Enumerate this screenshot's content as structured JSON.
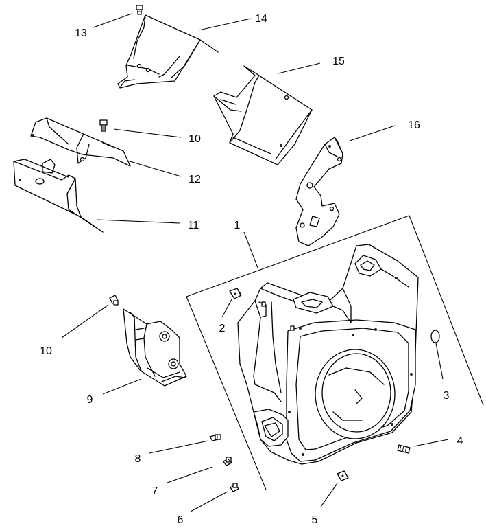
{
  "diagram": {
    "callouts": [
      {
        "id": "c13",
        "label": "13"
      },
      {
        "id": "c14",
        "label": "14"
      },
      {
        "id": "c15",
        "label": "15"
      },
      {
        "id": "c10a",
        "label": "10"
      },
      {
        "id": "c16",
        "label": "16"
      },
      {
        "id": "c12",
        "label": "12"
      },
      {
        "id": "c11",
        "label": "11"
      },
      {
        "id": "c1",
        "label": "1"
      },
      {
        "id": "c2",
        "label": "2"
      },
      {
        "id": "c10b",
        "label": "10"
      },
      {
        "id": "c3",
        "label": "3"
      },
      {
        "id": "c9",
        "label": "9"
      },
      {
        "id": "c4",
        "label": "4"
      },
      {
        "id": "c8",
        "label": "8"
      },
      {
        "id": "c7",
        "label": "7"
      },
      {
        "id": "c6",
        "label": "6"
      },
      {
        "id": "c5",
        "label": "5"
      }
    ]
  }
}
